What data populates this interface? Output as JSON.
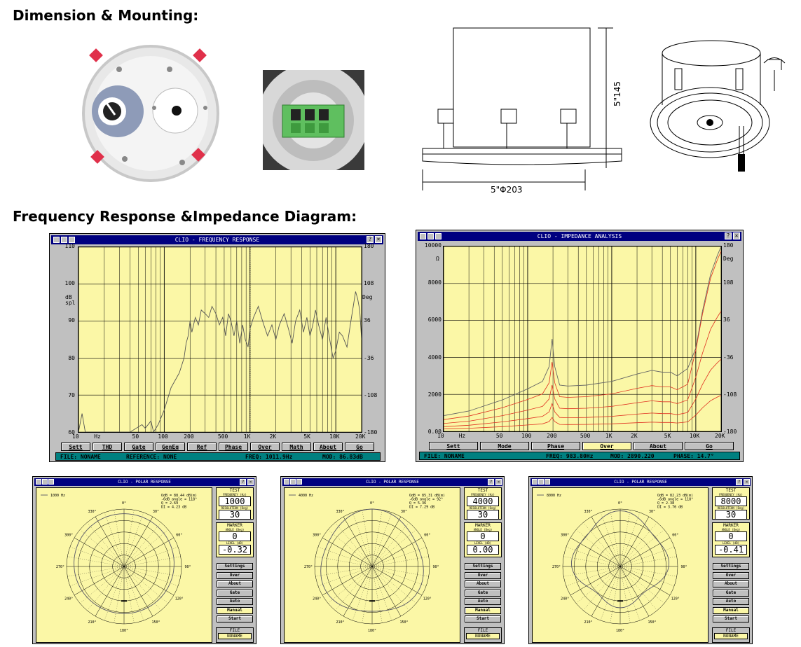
{
  "headings": {
    "mounting": "Dimension & Mounting:",
    "response": "Frequency Response &Impedance Diagram:"
  },
  "drawing": {
    "height_label": "5\"145",
    "width_label": "5\"Φ203"
  },
  "freq_window": {
    "title": "CLIO - FREQUENCY RESPONSE",
    "y_unit": [
      "dB",
      "spl"
    ],
    "y2_unit": "Deg",
    "y_ticks": [
      "110",
      "100",
      "90",
      "80",
      "70",
      "60"
    ],
    "y2_ticks": [
      "180",
      "108",
      "36",
      "-36",
      "-108",
      "-180"
    ],
    "x_ticks": [
      "10",
      "Hz",
      "50",
      "100",
      "200",
      "500",
      "1K",
      "2K",
      "5K",
      "10K",
      "20K"
    ],
    "buttons": [
      "Sett",
      "THD",
      "Gate",
      "GenEq",
      "Ref",
      "Phase",
      "Over",
      "Math",
      "About",
      "Go"
    ],
    "status": {
      "file": "FILE: NONAME",
      "reference": "REFERENCE: NONE",
      "freq": "FREQ: 1011.9Hz",
      "mod": "MOD: 86.83dB"
    }
  },
  "imp_window": {
    "title": "CLIO - IMPEDANCE ANALYSIS",
    "y_unit": "Ω",
    "y2_unit": "Deg",
    "y_ticks": [
      "10000",
      "8000",
      "6000",
      "4000",
      "2000",
      "0.00"
    ],
    "y2_ticks": [
      "180",
      "108",
      "36",
      "-36",
      "-108",
      "-180"
    ],
    "x_ticks": [
      "10",
      "Hz",
      "50",
      "100",
      "200",
      "500",
      "1K",
      "2K",
      "5K",
      "10K",
      "20K"
    ],
    "buttons": [
      "Sett",
      "Mode",
      "Phase",
      "Over",
      "About",
      "Go"
    ],
    "active_button": "Over",
    "status": {
      "file": "FILE: NONAME",
      "freq": "FREQ: 983.80Hz",
      "mod": "MOD: 2890.220",
      "phase": "PHASE: 14.7°"
    }
  },
  "polar_windows": [
    {
      "title": "CLIO - POLAR RESPONSE",
      "legend": "1000 Hz",
      "info": [
        "OdB = 88.44 dB(m)",
        "-6dB angle = 118°",
        "Q = 2.69",
        "DI = 4.23 dB"
      ],
      "test_frequency": "1000",
      "resolution": "30",
      "marker_angle": "0",
      "marker_level": "-0.32",
      "file": "NONAME"
    },
    {
      "title": "CLIO - POLAR RESPONSE",
      "legend": "4000 Hz",
      "info": [
        "OdB = 85.31 dB(m)",
        "-6dB angle = 92°",
        "Q = 5.36",
        "DI = 7.29 dB"
      ],
      "test_frequency": "4000",
      "resolution": "30",
      "marker_angle": "0",
      "marker_level": "0.00",
      "file": "NONAME"
    },
    {
      "title": "CLIO - POLAR RESPONSE",
      "legend": "8000 Hz",
      "info": [
        "OdB = 82.23 dB(m)",
        "-6dB angle = 118°",
        "Q = 2.38",
        "DI = 3.76 dB"
      ],
      "test_frequency": "8000",
      "resolution": "30",
      "marker_angle": "0",
      "marker_level": "-0.41",
      "file": "NONAME"
    }
  ],
  "polar_panel_labels": {
    "test": "TEST",
    "freq_label": "FREQUENCY (Hz)",
    "res_label": "RESOLUTION (Deg)",
    "marker": "MARKER",
    "angle_label": "ANGLE (Deg)",
    "level_label": "LEVEL (dB)",
    "file": "FILE",
    "buttons": [
      "Settings",
      "Over",
      "About",
      "Gate",
      "Auto",
      "Manual",
      "Start"
    ],
    "active_button": "Manual"
  },
  "polar_angles": [
    "0°",
    "30°",
    "60°",
    "90°",
    "120°",
    "150°",
    "180°",
    "210°",
    "240°",
    "270°",
    "300°",
    "330°"
  ],
  "colors": {
    "plot_bg": "#fbf7a6",
    "title_bg": "#000080",
    "status_bg": "#008080",
    "imp_curve": "#e03020",
    "panel_grey": "#c0c0c0"
  }
}
